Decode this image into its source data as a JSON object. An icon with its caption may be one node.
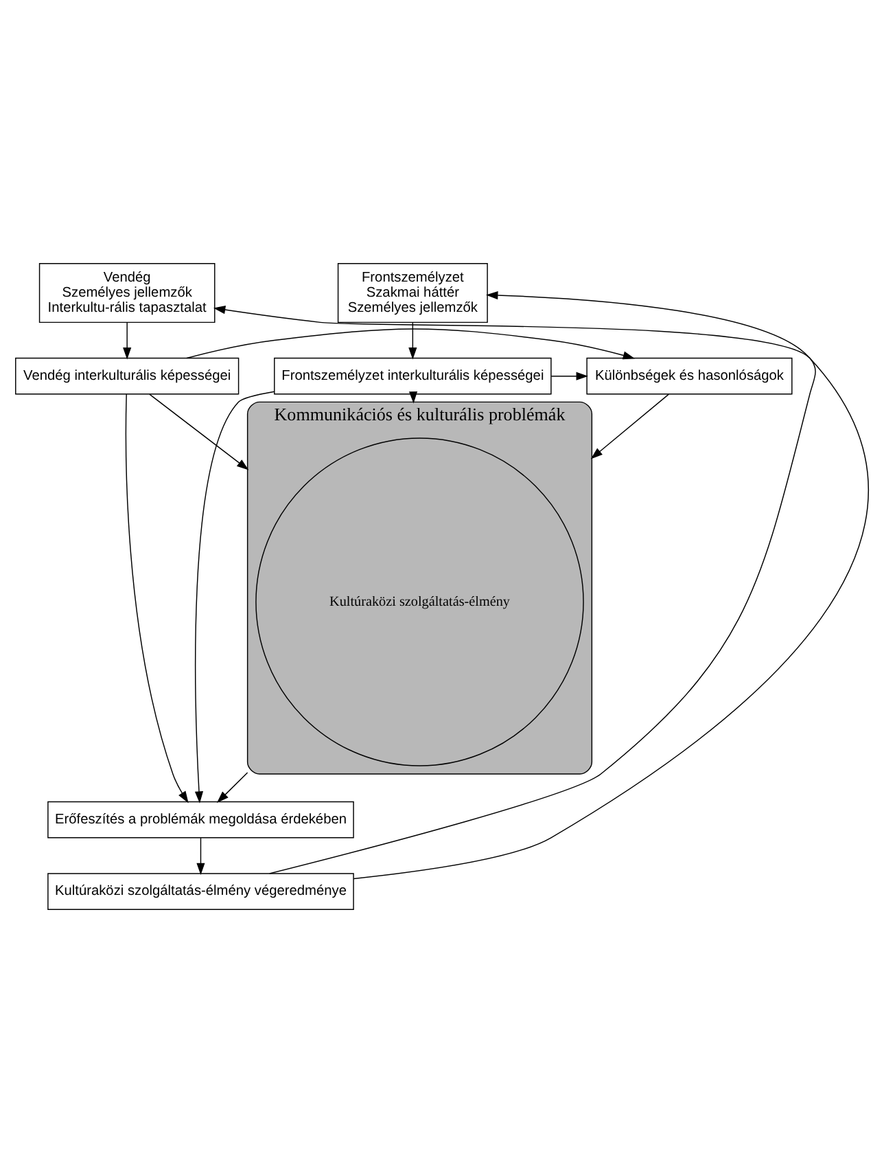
{
  "diagram": {
    "nodes": [
      {
        "text": [
          "Frontszemélyzet",
          "Szakmai háttér",
          "Személyes jellemzők"
        ]
      },
      {
        "text": [
          "Vendég",
          "Személyes jellemzők",
          "Interkultu-rális tapasztalat"
        ]
      },
      {
        "text": [
          "Frontszemélyzet interkulturális képességei"
        ]
      },
      {
        "text": [
          "Különbségek és hasonlóságok"
        ]
      },
      {
        "text": [
          "Vendég interkulturális képességei"
        ]
      },
      {
        "text": [
          "Kommunikációs és kulturális problémák"
        ]
      },
      {
        "text": [
          "Kultúraközi szolgáltatás-élmény"
        ],
        "in": 5
      },
      {
        "text": [
          "Erőfeszítés a problémák megoldása érdekében"
        ]
      },
      {
        "text": [
          "Kultúraközi szolgáltatás-élmény végeredménye"
        ]
      }
    ],
    "edges": [
      {
        "from": 0,
        "to": 2,
        "arrow": "to"
      },
      {
        "from": 1,
        "to": 4,
        "arrow": "to"
      },
      {
        "from": 2,
        "to": 3,
        "arrow": "to"
      },
      {
        "from": 4,
        "to": 3,
        "arrow": "to"
      },
      {
        "from": 3,
        "to": 5,
        "arrow": "to"
      },
      {
        "from": 2,
        "to": 5,
        "arrow": "to"
      },
      {
        "from": 2,
        "to": 7,
        "arrow": "to"
      },
      {
        "from": 4,
        "to": 5,
        "arrow": "to"
      },
      {
        "from": 4,
        "to": 7,
        "arrow": "to"
      },
      {
        "from": 5,
        "to": 7,
        "arrow": "to"
      },
      {
        "from": 7,
        "to": 8,
        "arrow": "to"
      },
      {
        "from": 8,
        "to": 0,
        "arrow": "to"
      },
      {
        "from": 8,
        "to": 1,
        "arrow": "to"
      }
    ]
  }
}
